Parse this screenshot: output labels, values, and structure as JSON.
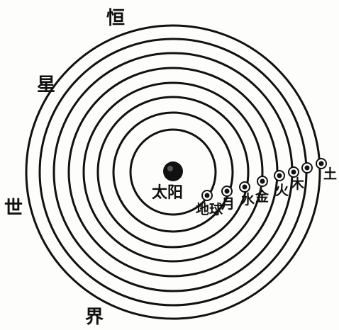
{
  "edge_labels": [
    "恒",
    "星",
    "世",
    "界"
  ],
  "sun": {
    "label": "太阳"
  },
  "orbits": [
    {
      "label": "地球"
    },
    {
      "label": "月"
    },
    {
      "label": "水"
    },
    {
      "label": "金"
    },
    {
      "label": "火"
    },
    {
      "label": "木"
    },
    {
      "label": "土"
    }
  ],
  "colors": {
    "ink": "#111111",
    "paper": "#fdfdfb"
  }
}
